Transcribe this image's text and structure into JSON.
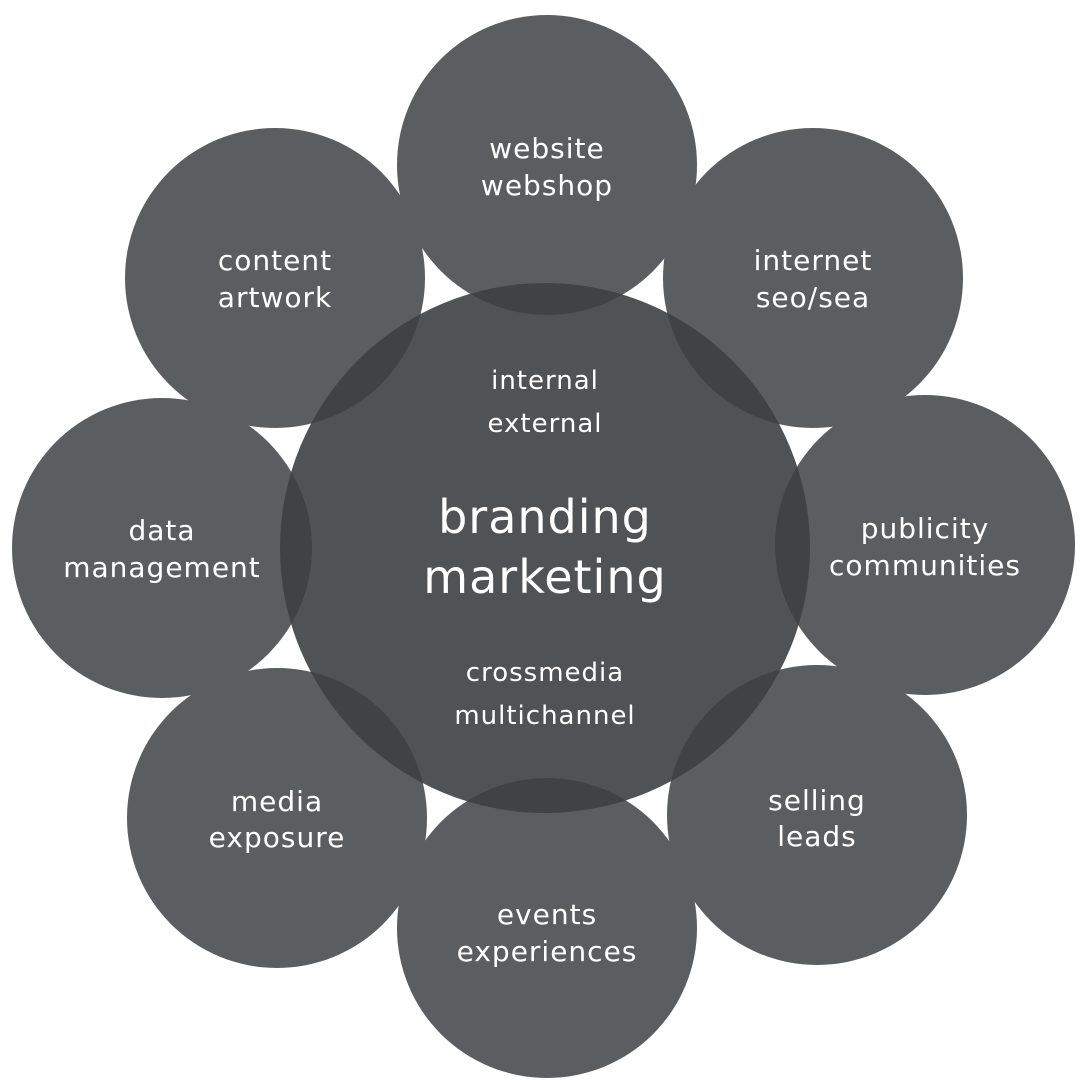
{
  "center": {
    "title_lines": [
      "branding",
      "marketing"
    ],
    "top_lines": [
      "internal",
      "external"
    ],
    "bottom_lines": [
      "crossmedia",
      "multichannel"
    ]
  },
  "petals": [
    {
      "name": "petal-website-webshop",
      "lines": [
        "website",
        "webshop"
      ]
    },
    {
      "name": "petal-internet-seo-sea",
      "lines": [
        "internet",
        "seo/sea"
      ]
    },
    {
      "name": "petal-publicity-communities",
      "lines": [
        "publicity",
        "communities"
      ]
    },
    {
      "name": "petal-selling-leads",
      "lines": [
        "selling",
        "leads"
      ]
    },
    {
      "name": "petal-events-experiences",
      "lines": [
        "events",
        "experiences"
      ]
    },
    {
      "name": "petal-media-exposure",
      "lines": [
        "media",
        "exposure"
      ]
    },
    {
      "name": "petal-data-management",
      "lines": [
        "data",
        "management"
      ]
    },
    {
      "name": "petal-content-artwork",
      "lines": [
        "content",
        "artwork"
      ]
    }
  ],
  "colors": {
    "petal_fill": "#5b5e60",
    "center_fill": "#3d4042",
    "text": "#ffffff",
    "background": "#ffffff"
  }
}
